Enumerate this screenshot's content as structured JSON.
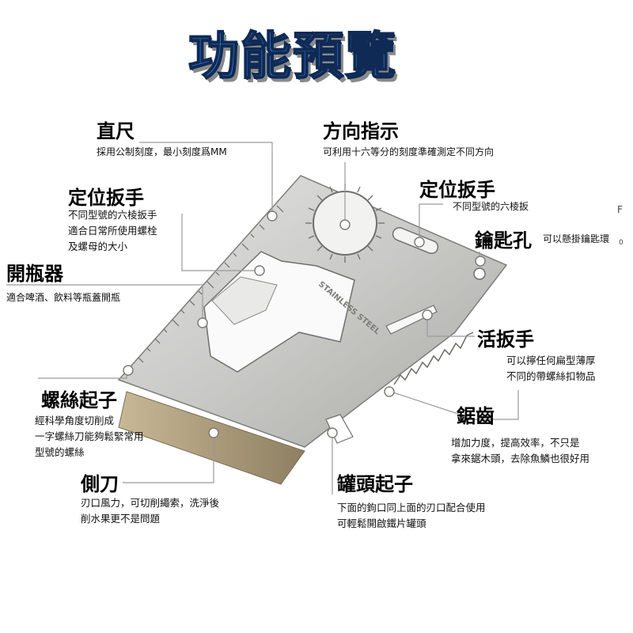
{
  "title": "功能預覽",
  "card_engraving": "STAINLESS STEEL",
  "corner_marks": [
    "F",
    "0"
  ],
  "features": {
    "ruler": {
      "label": "直尺",
      "desc": "採用公制刻度，最小刻度爲MM"
    },
    "direction": {
      "label": "方向指示",
      "desc": "可利用十六等分的刻度準確測定不同方向"
    },
    "hex_wrench_left": {
      "label": "定位扳手",
      "desc": "不同型號的六棱扳手\n適合日常所使用螺栓\n及螺母的大小"
    },
    "hex_wrench_right": {
      "label": "定位扳手",
      "desc": "不同型號的六棱扳"
    },
    "key_hole": {
      "label": "鑰匙孔",
      "desc": "可以懸掛鑰匙環"
    },
    "bottle_opener": {
      "label": "開瓶器",
      "desc": "適合啤酒、飲料等瓶蓋開瓶"
    },
    "adjustable_wrench": {
      "label": "活扳手",
      "desc": "可以擰任何扁型薄厚\n不同的帶螺絲扣物品"
    },
    "screwdriver": {
      "label": "螺絲起子",
      "desc": "經科學角度切削成\n一字螺絲刀能夠鬆緊常用\n型號的螺絲"
    },
    "saw": {
      "label": "鋸齒",
      "desc": "增加力度，提高效率，不只是\n拿來鋸木頭，去除魚鱗也很好用"
    },
    "side_blade": {
      "label": "側刀",
      "desc": "刃口風力，可切削繩索，洗淨後\n削水果更不是問題"
    },
    "can_opener": {
      "label": "罐頭起子",
      "desc": "下面的鉤口同上面的刃口配合使用\n可輕鬆開啟鐵片罐頭"
    }
  },
  "colors": {
    "title_fill": "#2f77c9",
    "title_outline": "#0f2a55",
    "leader_line": "#9a9a9a",
    "steel_light": "#d4d4d2",
    "steel_dark": "#8f8f8c",
    "blade_edge": "#b8a98a"
  }
}
